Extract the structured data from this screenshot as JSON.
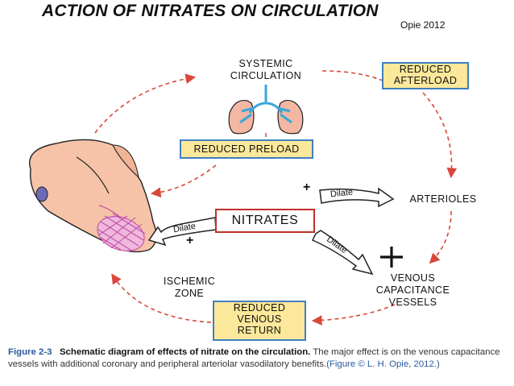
{
  "header": {
    "title": "ACTION OF NITRATES ON CIRCULATION",
    "source": "Opie 2012"
  },
  "diagram": {
    "systemic_circulation": "SYSTEMIC\nCIRCULATION",
    "reduced_afterload": "REDUCED\nAFTERLOAD",
    "reduced_preload": "REDUCED PRELOAD",
    "nitrates": "NITRATES",
    "arterioles": "ARTERIOLES",
    "venous_capacitance": "VENOUS\nCAPACITANCE\nVESSELS",
    "ischemic_zone": "ISCHEMIC\nZONE",
    "reduced_venous_return": "REDUCED\nVENOUS\nRETURN",
    "dilate_arterioles": "Dilate",
    "dilate_heart": "Dilate",
    "dilate_veins": "Dilate",
    "plus_small": "+",
    "plus_large": "+"
  },
  "caption": {
    "figure_label": "Figure 2-3",
    "title": "Schematic diagram of effects of nitrate on the circulation.",
    "body": " The major effect is on the venous capacitance vessels with additional coronary and peripheral arteriolar vasodilatory benefits.",
    "tail": "(Figure © L. H. Opie, 2012.)"
  },
  "colors": {
    "arrow_red": "#d9483a",
    "box_fill": "#fce89a",
    "box_border": "#3f7fc0",
    "nitrates_border": "#c0302a",
    "heart": "#f6c3a8",
    "infarct": "#c04fa8",
    "lung": "#f3b7a3",
    "trachea": "#3aa7d8"
  }
}
